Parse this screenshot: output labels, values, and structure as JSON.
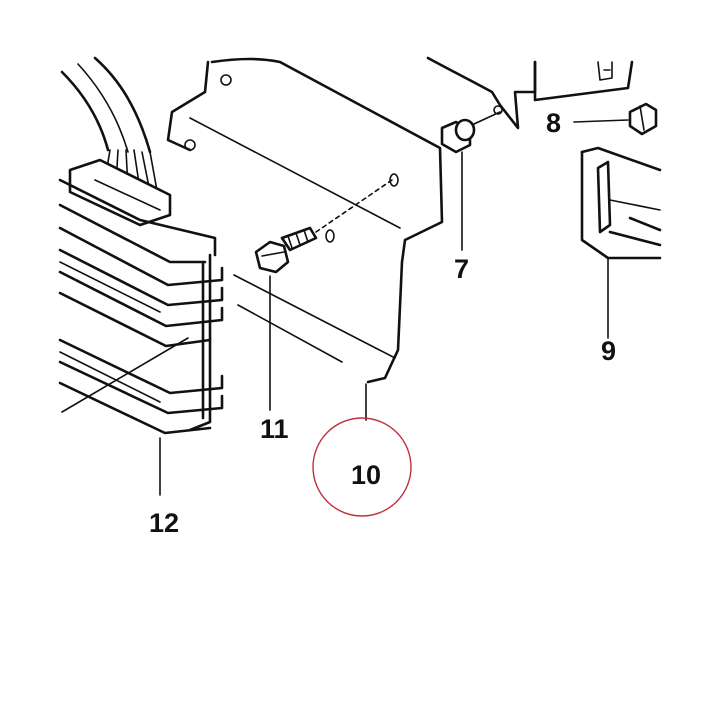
{
  "parts": [
    {
      "id": "7",
      "label": "7"
    },
    {
      "id": "8",
      "label": "8"
    },
    {
      "id": "9",
      "label": "9"
    },
    {
      "id": "10",
      "label": "10"
    },
    {
      "id": "11",
      "label": "11"
    },
    {
      "id": "12",
      "label": "12"
    }
  ],
  "colors": {
    "line": "#111111",
    "highlight_circle": "#c0303a",
    "background": "#ffffff"
  }
}
